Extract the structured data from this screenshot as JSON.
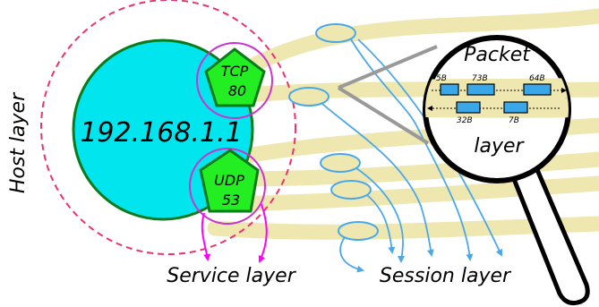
{
  "labels": {
    "host_layer": "Host layer",
    "ip_address": "192.168.1.1",
    "tcp": {
      "protocol": "TCP",
      "port": "80"
    },
    "udp": {
      "protocol": "UDP",
      "port": "53"
    },
    "service_layer": "Service layer",
    "session_layer": "Session layer",
    "packet_title": "Packet",
    "packet_subtitle": "layer",
    "packets": [
      {
        "size": "5B",
        "direction": "right"
      },
      {
        "size": "73B",
        "direction": "right"
      },
      {
        "size": "64B",
        "direction": "right"
      },
      {
        "size": "32B",
        "direction": "left"
      },
      {
        "size": "7B",
        "direction": "left"
      }
    ]
  },
  "colors": {
    "host_fill": "#00e5ee",
    "host_stroke": "#0a7a1a",
    "port_fill": "#22ee22",
    "port_stroke": "#0a7a1a",
    "host_boundary": "#e8336e",
    "port_ring": "#cc33cc",
    "service_arrow": "#ff00ff",
    "session_arrow": "#4aa8e8",
    "session_band": "#efe7b0",
    "packet_fill": "#3aa8e8",
    "magnifier_handle": "#000000"
  }
}
